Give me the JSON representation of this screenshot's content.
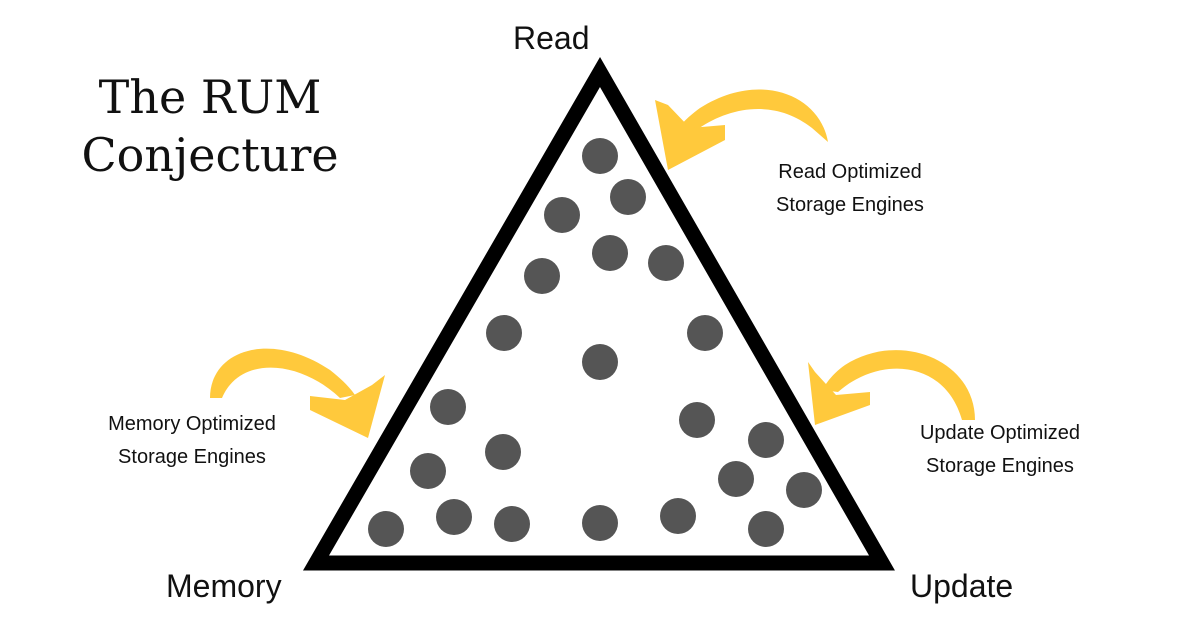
{
  "title": {
    "line1": "The RUM",
    "line2": "Conjecture"
  },
  "vertices": {
    "read": "Read",
    "memory": "Memory",
    "update": "Update"
  },
  "annotations": {
    "read": {
      "line1": "Read Optimized",
      "line2": "Storage Engines"
    },
    "memory": {
      "line1": "Memory Optimized",
      "line2": "Storage Engines"
    },
    "update": {
      "line1": "Update Optimized",
      "line2": "Storage Engines"
    }
  },
  "colors": {
    "arrow": "#FFC93C",
    "dot": "#555555",
    "triangle": "#000000"
  },
  "dot_count": 22
}
